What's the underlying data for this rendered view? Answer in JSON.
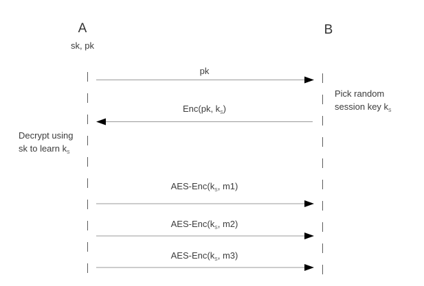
{
  "diagram": {
    "type": "protocol-sequence-diagram",
    "actors": {
      "a": {
        "label": "A",
        "keys": "sk, pk"
      },
      "b": {
        "label": "B"
      }
    },
    "messages": [
      {
        "pre": "pk",
        "sub": "",
        "post": "",
        "direction": "a-to-b"
      },
      {
        "pre": "Enc(pk, k",
        "sub": "s",
        "post": ")",
        "direction": "b-to-a"
      },
      {
        "pre": "AES-Enc(k",
        "sub": "s",
        "post": ", m1)",
        "direction": "a-to-b"
      },
      {
        "pre": "AES-Enc(k",
        "sub": "s",
        "post": ", m2)",
        "direction": "a-to-b"
      },
      {
        "pre": "AES-Enc(k",
        "sub": "s",
        "post": ", m3)",
        "direction": "a-to-b"
      }
    ],
    "notes": {
      "b": {
        "line1": "Pick random",
        "line2": "session key k",
        "line2_sub": "s"
      },
      "a": {
        "line1": "Decrypt using",
        "line2": "sk to learn k",
        "line2_sub": "s"
      }
    },
    "colors": {
      "background": "#ffffff",
      "text": "#3b3b3b",
      "arrow_line": "#999999",
      "arrowhead": "#000000",
      "lifeline": "#5a5a5a"
    }
  }
}
